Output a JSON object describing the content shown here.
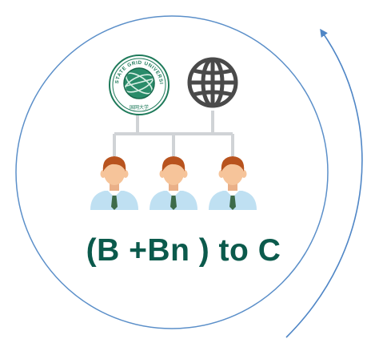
{
  "caption": "(B +Bn ) to C",
  "logo": {
    "arc_text": "STATE GRID UNIVERSITY",
    "sub_text": "国网大学"
  },
  "nodes": [
    {
      "name": "university-logo",
      "icon": "state-grid-university-seal"
    },
    {
      "name": "web",
      "icon": "globe-icon"
    }
  ],
  "users": [
    {
      "icon": "person-avatar-icon"
    },
    {
      "icon": "person-avatar-icon"
    },
    {
      "icon": "person-avatar-icon"
    }
  ],
  "colors": {
    "circle": "#5b8fc9",
    "arrow": "#4f86c6",
    "connector": "#d0d3d6",
    "caption": "#0b5a4c",
    "globe": "#4a4a4a",
    "logo": "#1e7a5a",
    "skin": "#f6c49a",
    "hair": "#b8531e",
    "shirt": "#bfe0f2",
    "tie": "#3d6b4a"
  }
}
